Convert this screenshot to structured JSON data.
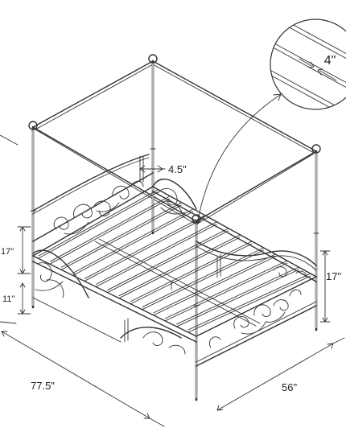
{
  "colors": {
    "line": "#333333",
    "background": "#ffffff",
    "text": "#222222"
  },
  "dimensions": {
    "slat_gap": "4\"",
    "post_gap": "4.5\"",
    "headboard_height": "17\"",
    "rail_clearance": "11\"",
    "footboard_height": "17\"",
    "length": "77.5\"",
    "width": "56\""
  }
}
